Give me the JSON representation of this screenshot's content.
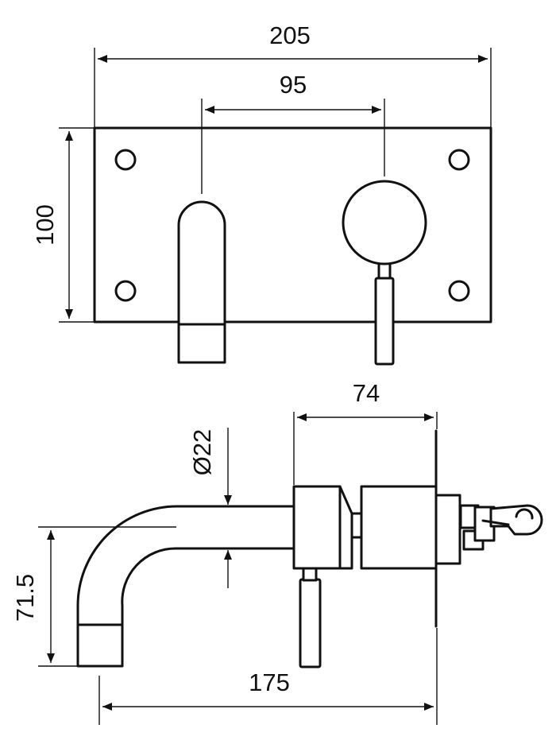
{
  "front_view": {
    "dim_width": "205",
    "dim_spacing": "95",
    "dim_height": "100"
  },
  "side_view": {
    "dim_body_depth": "74",
    "dim_spout_diameter": "Ø22",
    "dim_spout_height": "71.5",
    "dim_projection": "175"
  }
}
